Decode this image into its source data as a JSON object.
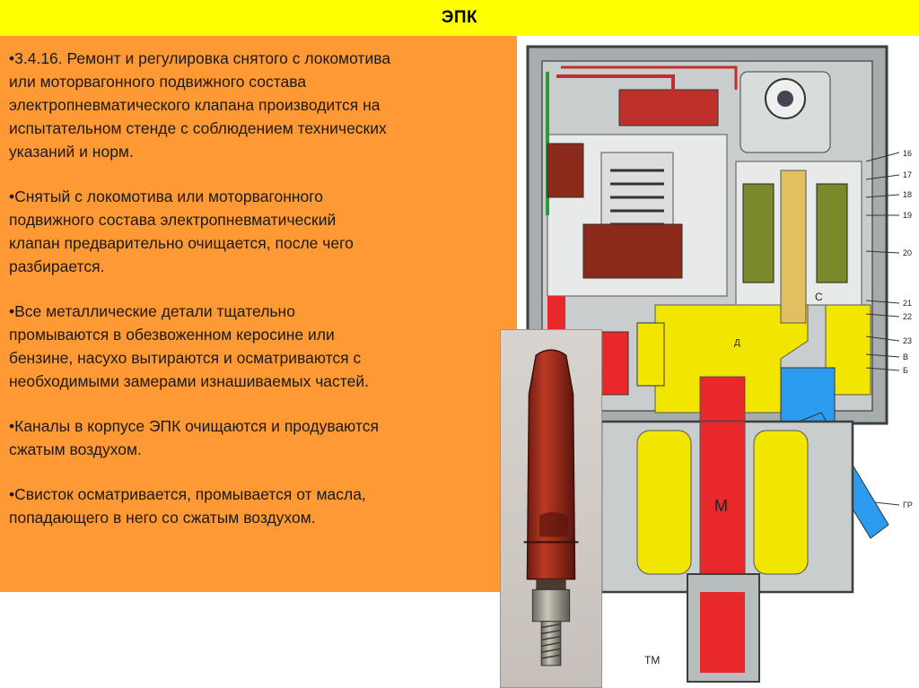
{
  "slide": {
    "title": "ЭПК",
    "paragraphs": [
      "•3.4.16. Ремонт и регулировка снятого с локомотива\nили моторвагонного подвижного состава\nэлектропневматического клапана производится на\nиспытательном стенде с соблюдением технических\nуказаний и норм.",
      "•Снятый с локомотива или моторвагонного\nподвижного состава электропневматический\nклапан предварительно очищается, после чего\nразбирается.",
      "•Все металлические детали тщательно\nпромываются в обезвоженном керосине или\nбензине, насухо вытираются и осматриваются с\nнеобходимыми замерами изнашиваемых частей.",
      "•Каналы в корпусе ЭПК очищаются и продуваются\nсжатым воздухом.",
      "•Свисток осматривается, промывается от масла,\nпопадающего в него со сжатым воздухом."
    ]
  },
  "diagram": {
    "part_numbers": [
      "16",
      "17",
      "18",
      "19",
      "20",
      "21",
      "22",
      "23",
      "В",
      "Б",
      "ГР"
    ],
    "channel_labels": [
      "Д",
      "С",
      "М",
      "ТМ"
    ]
  },
  "colors": {
    "title_bar": "#ffff00",
    "text_panel": "#ff9933",
    "channel_red": "#e8282a",
    "channel_yellow": "#f2e600",
    "channel_blue": "#2c9cf0",
    "body_gray": "#9aa0a2"
  }
}
